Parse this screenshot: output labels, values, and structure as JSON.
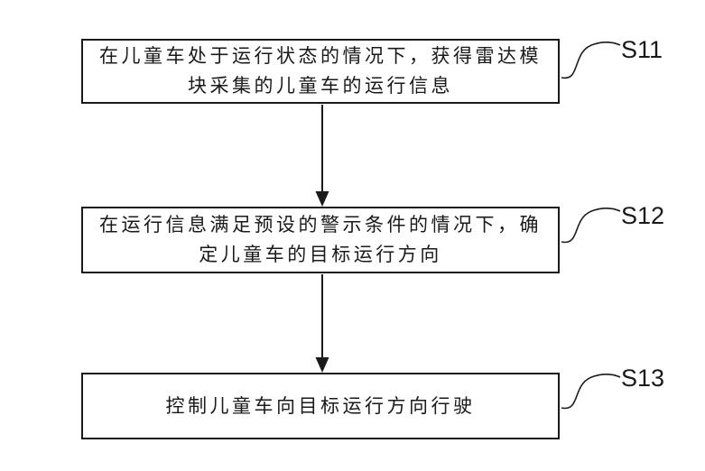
{
  "figure": {
    "background_color": "#ffffff",
    "line_color": "#1a1a1a",
    "type": "flowchart"
  },
  "steps": [
    {
      "label": "S11",
      "lines": [
        "在儿童车处于运行状态的情况下，获得雷达模",
        "块采集的儿童车的运行信息"
      ],
      "text": "在儿童车处于运行状态的情况下，获得雷达模块采集的儿童车的运行信息"
    },
    {
      "label": "S12",
      "lines": [
        "在运行信息满足预设的警示条件的情况下，确",
        "定儿童车的目标运行方向"
      ],
      "text": "在运行信息满足预设的警示条件的情况下，确定儿童车的目标运行方向"
    },
    {
      "label": "S13",
      "lines": [
        "控制儿童车向目标运行方向行驶"
      ],
      "text": "控制儿童车向目标运行方向行驶"
    }
  ]
}
